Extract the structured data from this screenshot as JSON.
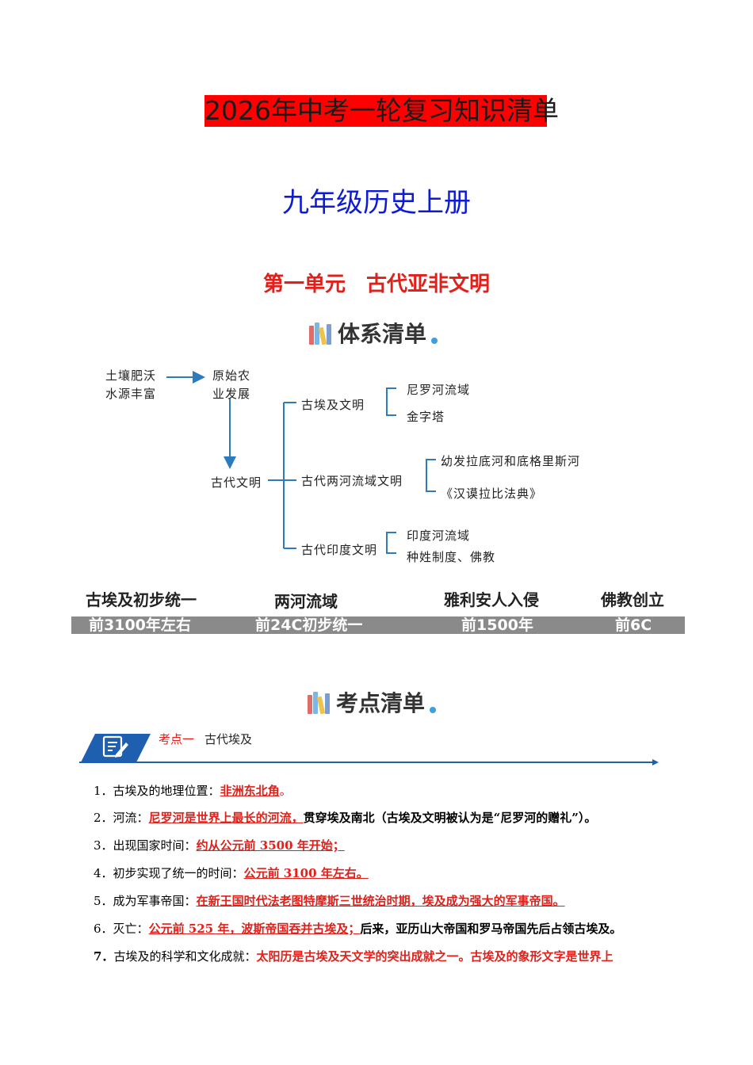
{
  "header": {
    "main_title": "2026年中考一轮复习知识清单",
    "subject": "九年级历史上册",
    "unit": "第一单元　古代亚非文明"
  },
  "system_section": {
    "title": "体系清单",
    "diagram": {
      "cause_line1": "土壤肥沃",
      "cause_line2": "水源丰富",
      "agri_line1": "原始农",
      "agri_line2": "业发展",
      "root": "古代文明",
      "egypt": "古埃及文明",
      "egypt_items": [
        "尼罗河流域",
        "金字塔"
      ],
      "meso": "古代两河流域文明",
      "meso_items": [
        "幼发拉底河和底格里斯河",
        "《汉谟拉比法典》"
      ],
      "india": "古代印度文明",
      "india_items": [
        "印度河流域",
        "种姓制度、佛教"
      ]
    },
    "timeline": [
      {
        "label": "古埃及初步统一",
        "date": "前3100年左右"
      },
      {
        "label": "两河流域",
        "date": "前24C初步统一"
      },
      {
        "label": "雅利安人入侵",
        "date": "前1500年"
      },
      {
        "label": "佛教创立",
        "date": "前6C"
      }
    ]
  },
  "points_section": {
    "title": "考点清单",
    "kaodian_label": "考点一",
    "kaodian_topic": "古代埃及",
    "items": [
      {
        "num": "1．",
        "prefix": "古埃及的地理位置：",
        "red": "非洲东北角",
        "red_tail": "。",
        "black": ""
      },
      {
        "num": "2．",
        "prefix": "河流：",
        "red": "尼罗河是世界上最长的河流，",
        "red_tail": "",
        "black": "贯穿埃及南北（古埃及文明被认为是“尼罗河的赠礼”）。"
      },
      {
        "num": "3．",
        "prefix": "出现国家时间：",
        "red": "约从公元前 3500 年开始",
        "red_tail": "；",
        "black": ""
      },
      {
        "num": "4．",
        "prefix": "初步实现了统一的时间：",
        "red": "公元前 3100 年左右。",
        "red_tail": "",
        "black": ""
      },
      {
        "num": "5．",
        "prefix": "成为军事帝国：",
        "red": "在新王国时代法老图特摩斯三世统治时期，埃及成为强大的军事帝国。",
        "red_tail": "",
        "black": ""
      },
      {
        "num": "6．",
        "prefix": "灭亡：",
        "red": "公元前 525 年，波斯帝国吞并古埃及；",
        "red_tail": "",
        "black": "后来，亚历山大帝国和罗马帝国先后占领古埃及。"
      },
      {
        "num": "7．",
        "prefix": "古埃及的科学和文化成就：",
        "red": "太阳历是古埃及天文学的突出成就之一。古埃及的象形文字是世界上",
        "red_tail": "",
        "black": ""
      }
    ]
  }
}
